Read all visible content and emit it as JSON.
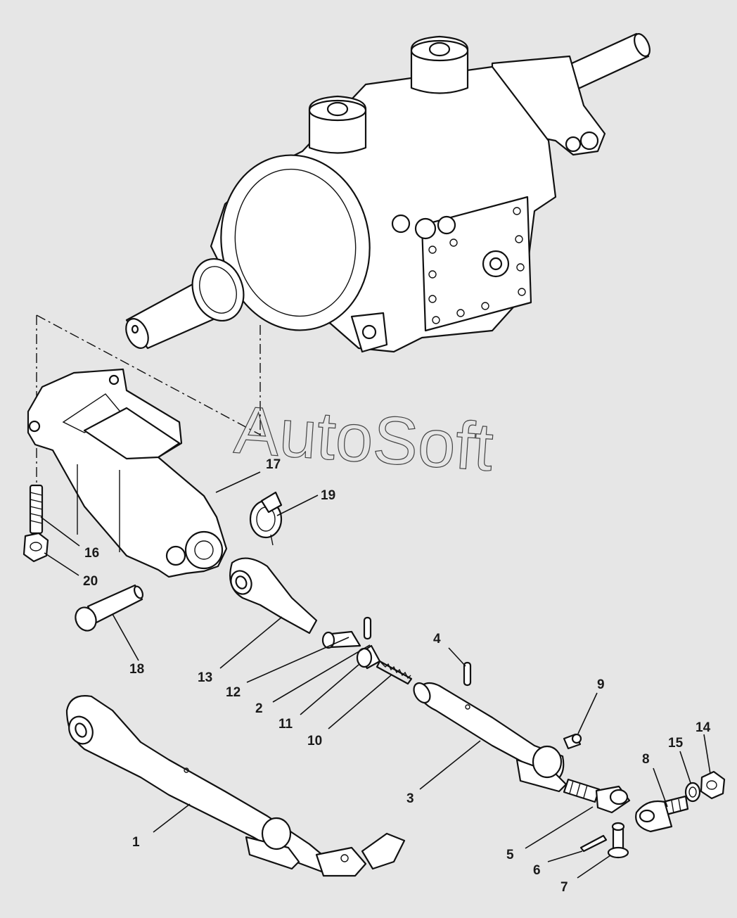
{
  "watermark": "AutoSoft",
  "callouts": [
    "1",
    "2",
    "3",
    "4",
    "5",
    "6",
    "7",
    "8",
    "9",
    "10",
    "11",
    "12",
    "13",
    "14",
    "15",
    "16",
    "17",
    "18",
    "19",
    "20"
  ],
  "colors": {
    "background": "#e6e6e6",
    "ink": "#111111",
    "part_fill": "#ffffff"
  }
}
